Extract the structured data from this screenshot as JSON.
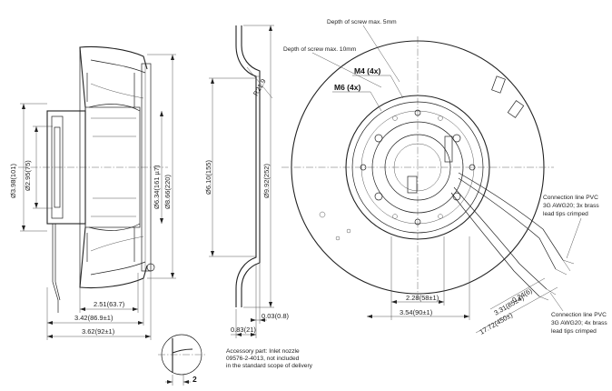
{
  "side_view": {
    "dims": {
      "d398": "Ø3.98(101)",
      "d295": "Ø2.95(75)",
      "d634": "Ø6.34(161 µ7)",
      "d866": "Ø8.66(220)",
      "w251": "2.51(63.7)",
      "w342": "3.42(86.9±1)",
      "w362": "3.62(92±1)"
    },
    "detail_gap": "2"
  },
  "nozzle_view": {
    "dims": {
      "r": "R21.9",
      "d610": "Ø6.10(155)",
      "d992": "Ø9.92(252)",
      "w083": "0.83(21)",
      "w003": "0.03(0.8)"
    },
    "accessory_note": [
      "Accessory part: Inlet nozzle",
      "09576-2-4013, not included",
      "in the standard scope of delivery"
    ]
  },
  "front_view": {
    "notes": {
      "screw5": "Depth of screw max. 5mm",
      "screw10": "Depth of screw max. 10mm",
      "m4": "M4 (4x)",
      "m6": "M6 (4x)"
    },
    "dims": {
      "w228": "2.28(58±1)",
      "w354": "3.54(90±1)",
      "d024": "0.24(6)",
      "d331": "3.31(85±4)",
      "d1772": "17.72(450±)"
    },
    "connection_3": [
      "Connection line PVC",
      "3G AWG20; 3x brass",
      "lead tips crimped"
    ],
    "connection_4": [
      "Connection line PVC",
      "3G AWG20; 4x brass",
      "lead tips crimped"
    ]
  }
}
